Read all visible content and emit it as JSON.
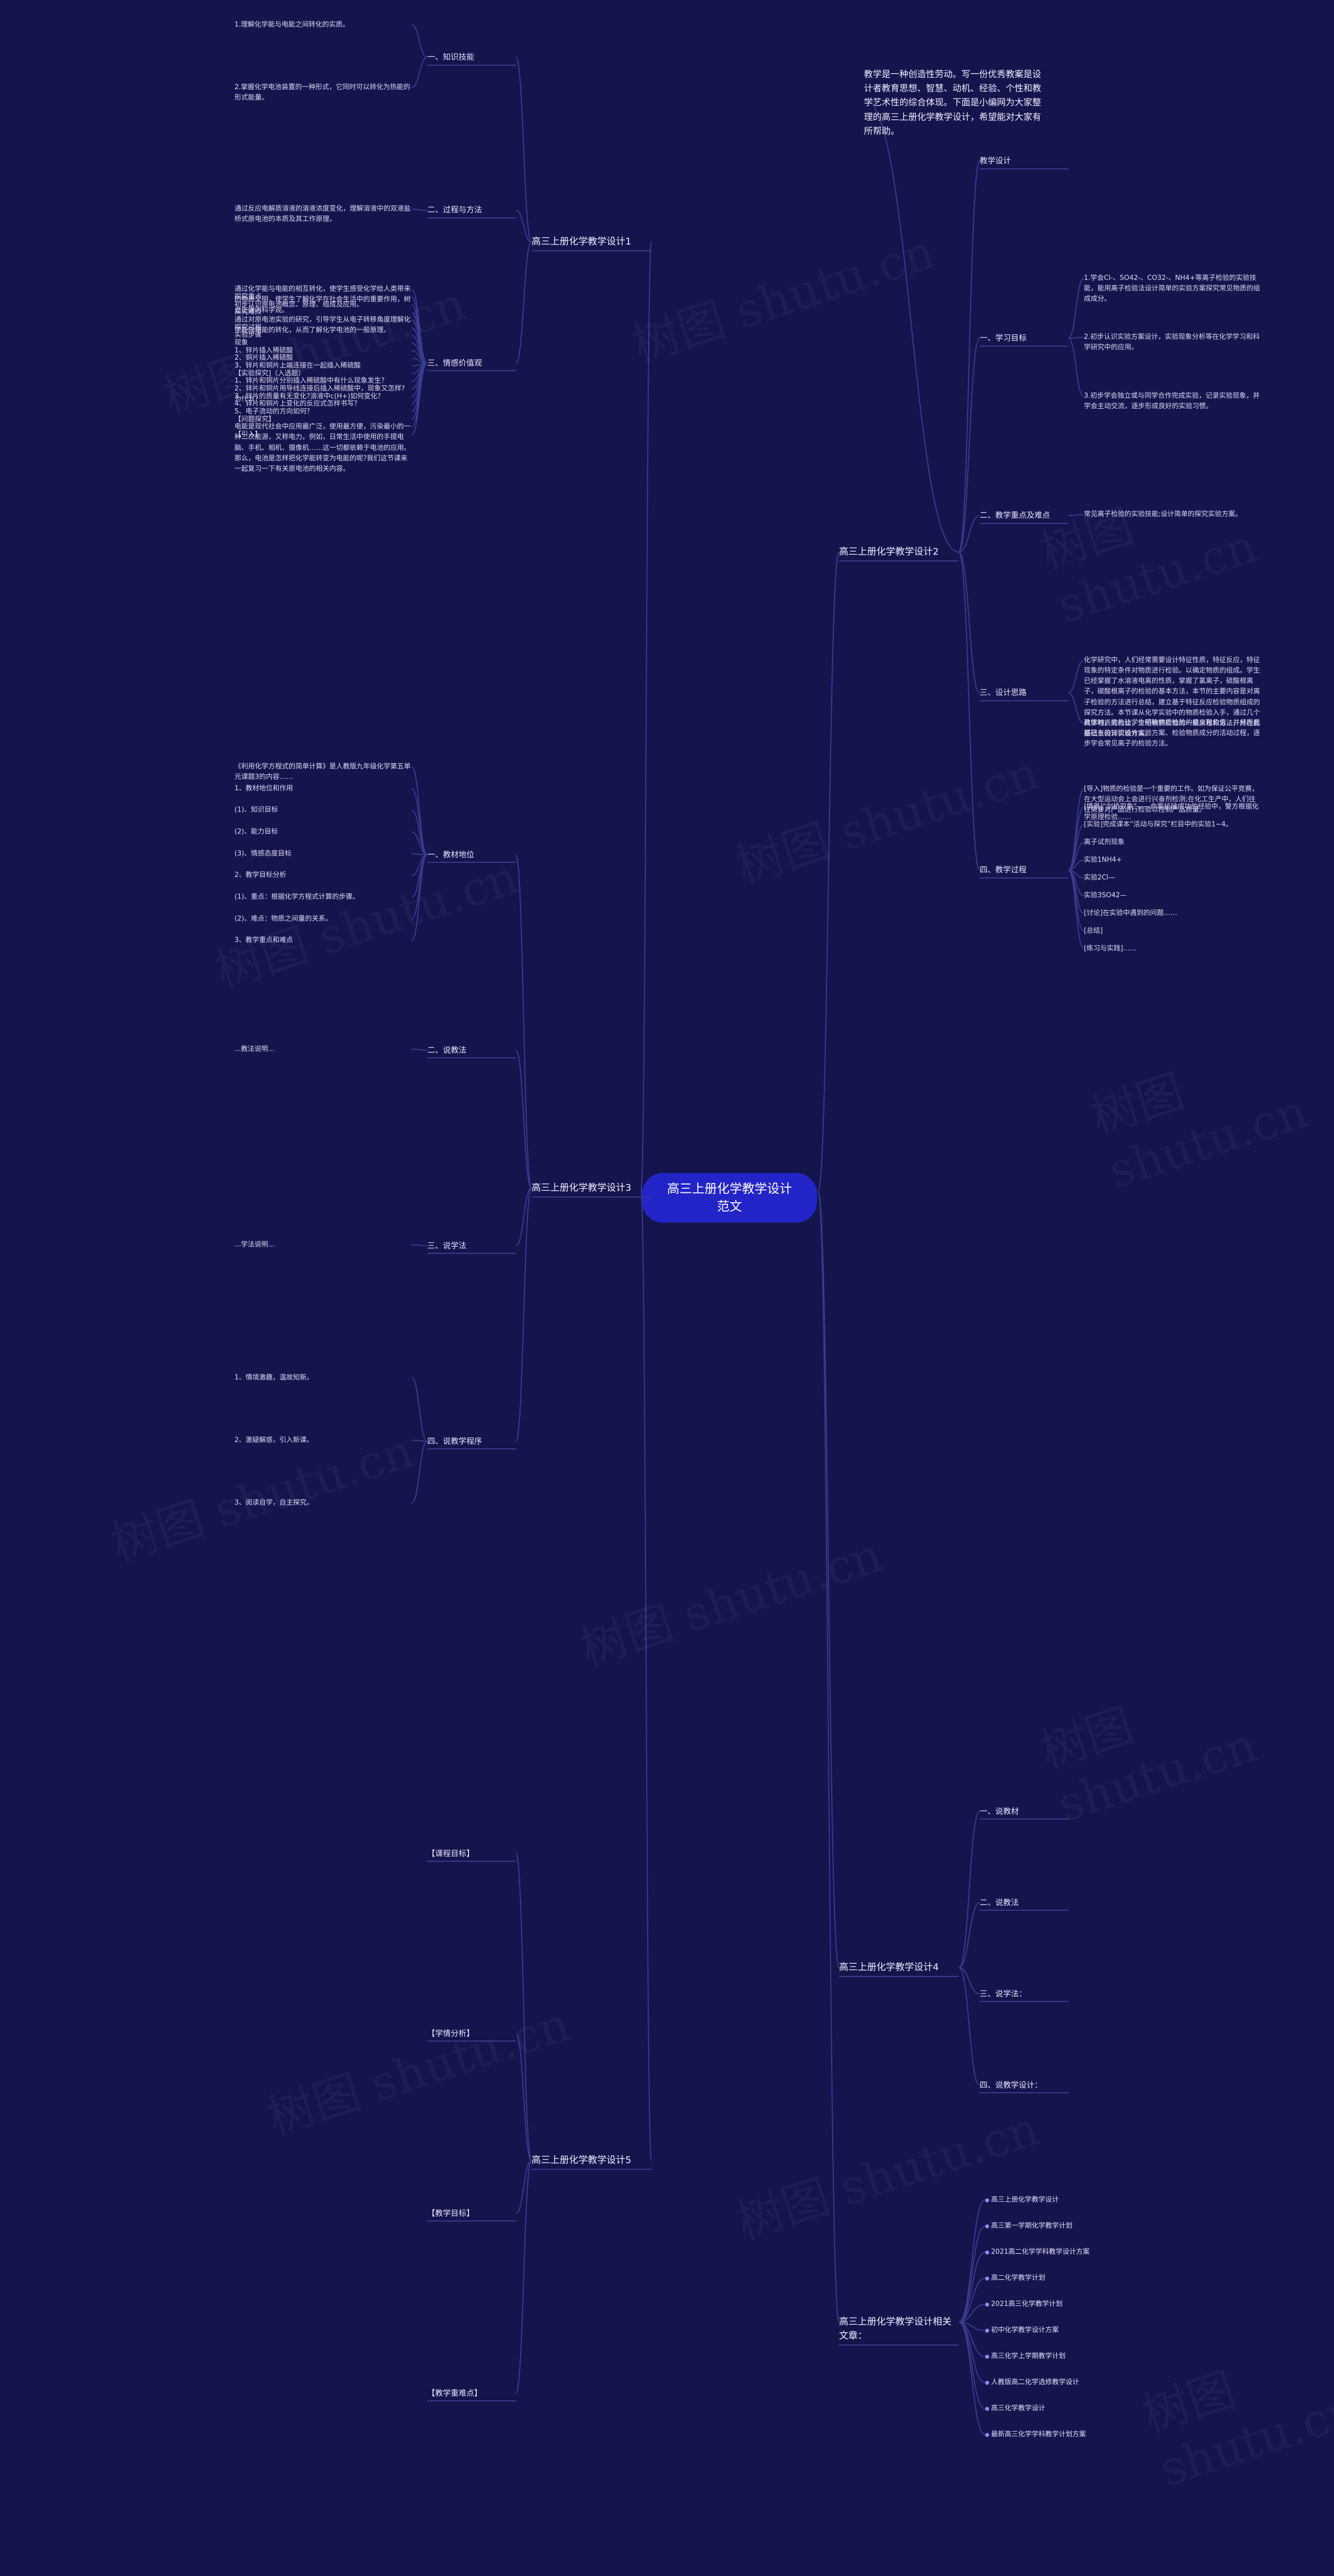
{
  "center": "高三上册化学教学设计范文",
  "watermark": "树图 shutu.cn",
  "branches": [
    {
      "title": "高三上册化学教学设计1",
      "groups": [
        {
          "label": "一、知识技能",
          "items": [
            "1.理解化学能与电能之间转化的实质。",
            "2.掌握化学电池装置的一种形式，它同时可以转化为热能的形式能量。"
          ]
        },
        {
          "label": "二、过程与方法",
          "items": [
            "通过反应电解质溶液的溶液浓度变化，理解溶液中的双液盐桥式原电池的本质及其工作原理。"
          ]
        },
        {
          "label": "三、情感价值观",
          "items": [
            "通过化学能与电能的相互转化，使学生感受化学给人类带来的物质文明，使学生了解化学在社会生活中的重要作用，树立正确的科学观。",
            "探究重点",
            "初步认识原电池概念、原理、组成及应用。",
            "探究难点",
            "通过对原电池实验的研究，引导学生从电子转移角度理解化学能向电能的转化，从而了解化学电池的一般原理。",
            "探究过程",
            "实验步骤",
            "现象",
            "1、锌片插入稀硫酸",
            "2、铜片插入稀硫酸",
            "3、锌片和铜片上端连接在一起插入稀硫酸",
            "【实验探究]（入选题）",
            "1、锌片和铜片分别插入稀硫酸中有什么现象发生？",
            "2、锌片和铜片用导线连接后插入稀硫酸中，现象又怎样?为什么？",
            "3、锌片的质量有无变化?溶液中c(H+)如何变化？",
            "4、锌片和铜片上变化的反应式怎样书写？",
            "5、电子流动的方向如何？",
            "【问题探究】",
            "电能是现代社会中应用最广泛，使用最方便，污染最小的一种二次能源，又称电力。例如，日常生活中使用的手提电脑、手机、相机、摄像机……这一切都依赖于电池的应用。那么，电池是怎样把化学能转变为电能的呢?我们这节课来一起复习一下有关原电池的相关内容。",
            "【引入】"
          ]
        }
      ]
    },
    {
      "title": "高三上册化学教学设计2",
      "intro": "教学是一种创造性劳动。写一份优秀教案是设计者教育思想、智慧、动机、经验、个性和教学艺术性的综合体现。下面是小编网为大家整理的高三上册化学教学设计，希望能对大家有所帮助。",
      "groups": [
        {
          "label": "教学设计",
          "items": []
        },
        {
          "label": "一、学习目标",
          "items": [
            "1.学会Cl-、SO42-、CO32-、NH4+等离子检验的实验技能，能用离子检验法设计简单的实验方案探究常见物质的组成成分。",
            "2.初步认识实验方案设计，实验现象分析等在化学学习和科学研究中的应用。",
            "3.初步学会独立或与同学合作完成实验，记录实验现象，并学会主动交流，逐步形成良好的实验习惯。"
          ]
        },
        {
          "label": "二、教学重点及难点",
          "items": [
            "常见离子检验的实验技能;设计简单的探究实验方案。"
          ]
        },
        {
          "label": "三、设计思路",
          "items": [
            "化学研究中，人们经常需要设计特征性质，特征反应，特征现象的特定条件对物质进行检验。以确定物质的组成。学生已经掌握了水溶液电离的性质，掌握了氯离子，硫酸根离子，碳酸根离子的检验的基本方法，本节的主要内容是对离子检验的方法进行总结，建立基于特征反应检验物质组成的探究方法。本节课从化学实验中的物质检验入手，通过几个具体物质的检验，介绍物质检验的一般原理和方法，并在此基础上设计实验方案。",
            "教学时，宜先让学生明确物质检验的意义和价值，并经历根据已有的知识设计实验方案、检验物质成分的活动过程，逐步学会常见离子的检验方法。"
          ]
        },
        {
          "label": "四、教学过程",
          "items": [
            "[导入]物质的检验是一个重要的工作。如为保证公平竞赛，在大型运动会上会进行兴奋剂检测;在化工生产中，人们往往需要对产品进行检验以控制产品质量。",
            "[情景]“剑桥双象”——命案侦破成功的经验中，警方根据化学原理检验……",
            "[实验]完成课本“活动与探究”栏目中的实验1~4。",
            "离子试剂现象",
            "实验1NH4+",
            "实验2Cl—",
            "实验3SO42—",
            "[讨论]在实验中遇到的问题……",
            "[总结]",
            "[练习与实践]……"
          ]
        }
      ]
    },
    {
      "title": "高三上册化学教学设计3",
      "groups": [
        {
          "label": "一、教材地位",
          "items": [
            "《利用化学方程式的简单计算》是人教版九年级化学第五单元课题3的内容……",
            "1、教材地位和作用",
            "(1)、知识目标",
            "(2)、能力目标",
            "(3)、情感态度目标",
            "2、教学目标分析",
            "(1)、重点：根据化学方程式计算的步骤。",
            "(2)、难点：物质之间量的关系。",
            "3、教学重点和难点"
          ]
        },
        {
          "label": "二、说教法",
          "items": [
            "...教法说明..."
          ]
        },
        {
          "label": "三、说学法",
          "items": [
            "...学法说明..."
          ]
        },
        {
          "label": "四、说教学程序",
          "items": [
            "1、情境激趣，温故知新。",
            "2、激疑解惑，引入新课。",
            "3、阅读自学，自主探究。"
          ]
        }
      ]
    },
    {
      "title": "高三上册化学教学设计4",
      "groups": [
        {
          "label": "一、说教材",
          "items": []
        },
        {
          "label": "二、说教法",
          "items": []
        },
        {
          "label": "三、说学法：",
          "items": []
        },
        {
          "label": "四、说教学设计：",
          "items": []
        }
      ]
    },
    {
      "title": "高三上册化学教学设计5",
      "groups": [
        {
          "label": "【课程目标】",
          "items": []
        },
        {
          "label": "【学情分析】",
          "items": []
        },
        {
          "label": "【教学目标】",
          "items": []
        },
        {
          "label": "【教学重难点】",
          "items": []
        }
      ]
    },
    {
      "title": "高三上册化学教学设计相关文章：",
      "links": [
        "高三上册化学教学设计",
        "高三第一学期化学教学计划",
        "2021高二化学学科教学设计方案",
        "高二化学教学计划",
        "2021高三化学教学计划",
        "初中化学教学设计方案",
        "高三化学上学期教学计划",
        "人教版高二化学选修教学设计",
        "高三化学教学设计",
        "最新高三化学学科教学计划方案"
      ]
    }
  ]
}
